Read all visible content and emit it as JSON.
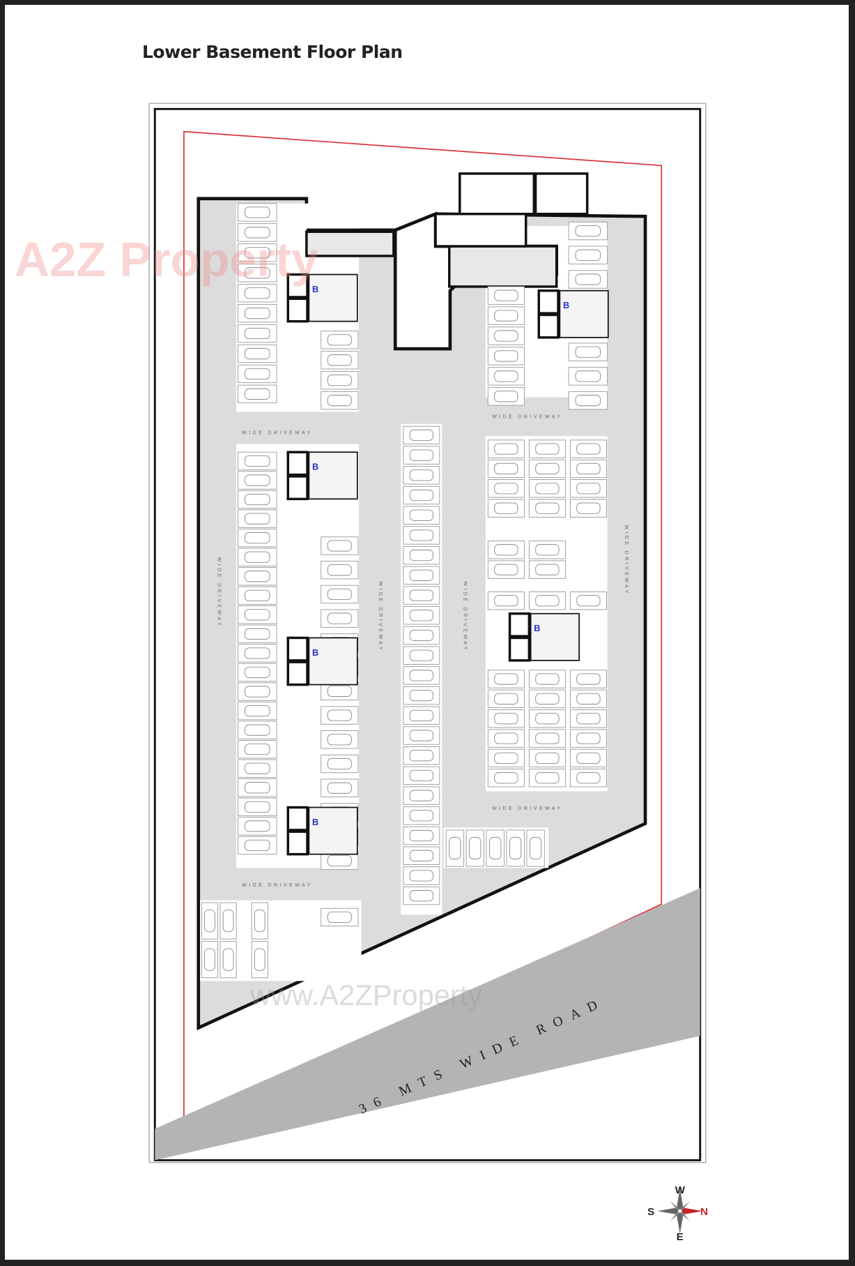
{
  "title": "Lower Basement Floor Plan",
  "plan": {
    "road_label": "36 MTS WIDE ROAD",
    "driveway_label": "WIDE DRIVEWAY",
    "watermark_top": "A2Z Property",
    "watermark_bottom": "www.A2ZProperty",
    "colors": {
      "boundary": "#d9363e",
      "basement_fill": "#dcdcdc",
      "road": "#b4b4b4",
      "wall": "#111111"
    }
  },
  "compass": {
    "north": "N",
    "south": "S",
    "east": "E",
    "west": "W",
    "north_color": "#c8222a"
  }
}
